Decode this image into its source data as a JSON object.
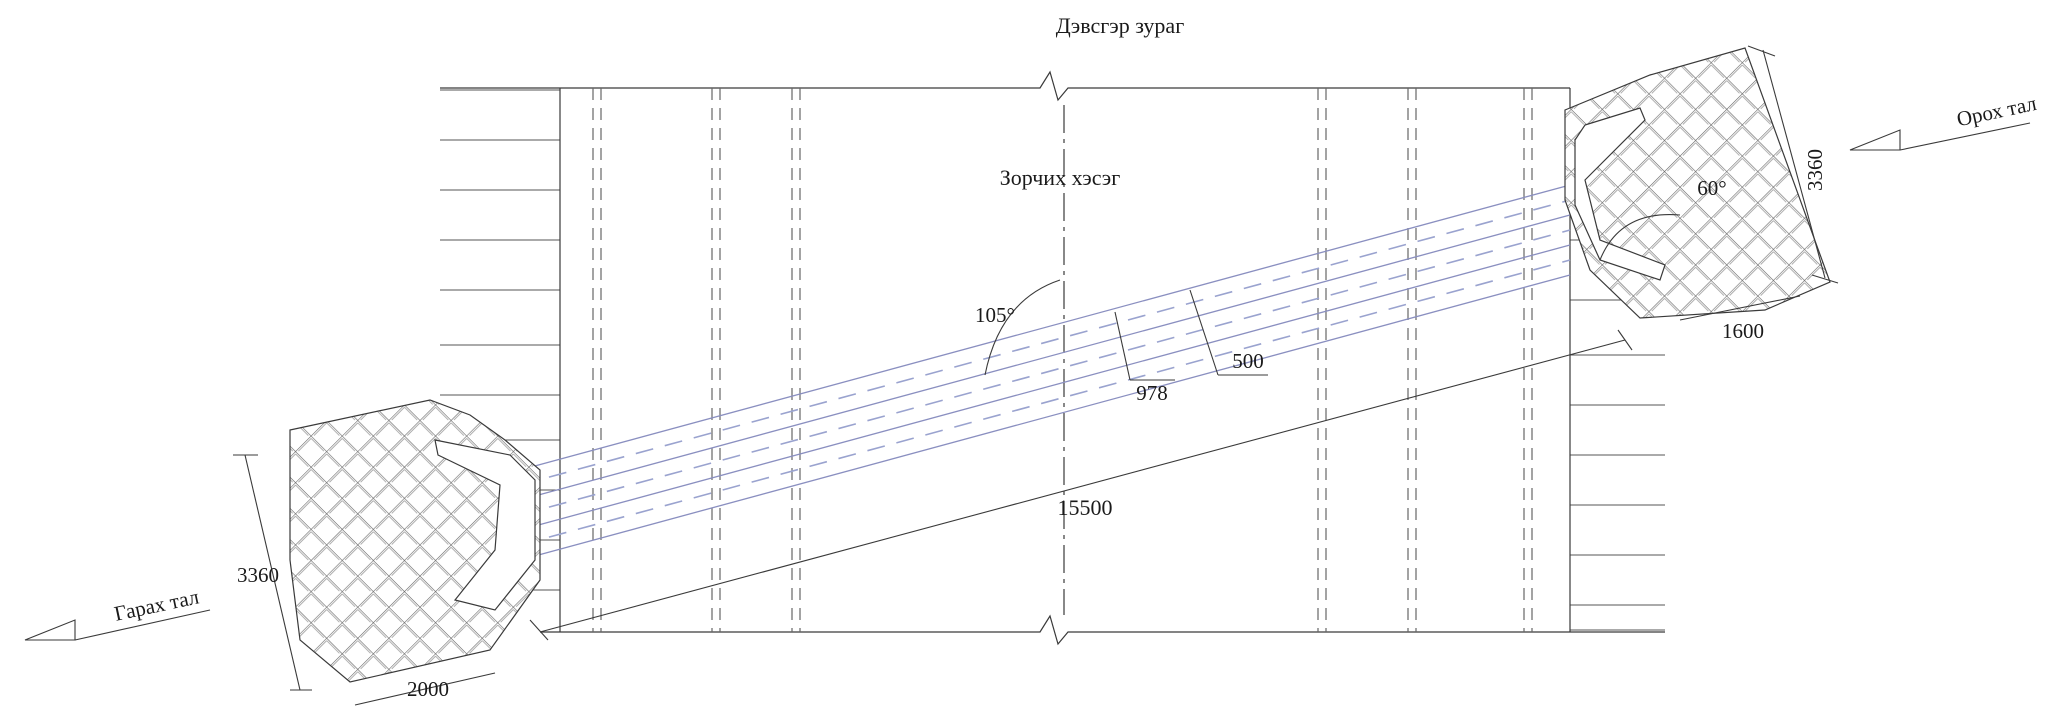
{
  "labels": {
    "plan_title": "Дэвсгэр зураг",
    "span_section": "Зорчих хэсэг",
    "entry_side": "Орох тал",
    "exit_side": "Гарах тал"
  },
  "dimensions": {
    "right_height": "3360",
    "left_height": "3360",
    "right_width": "1600",
    "left_width": "2000",
    "span_length": "15500",
    "deck_width": "978",
    "beam_width": "500",
    "skew_angle": "105°",
    "abutment_angle": "60°"
  },
  "colors": {
    "line": "#3a3a3a",
    "beam": "#8a8fc0",
    "hatch": "#6a6a6a"
  }
}
